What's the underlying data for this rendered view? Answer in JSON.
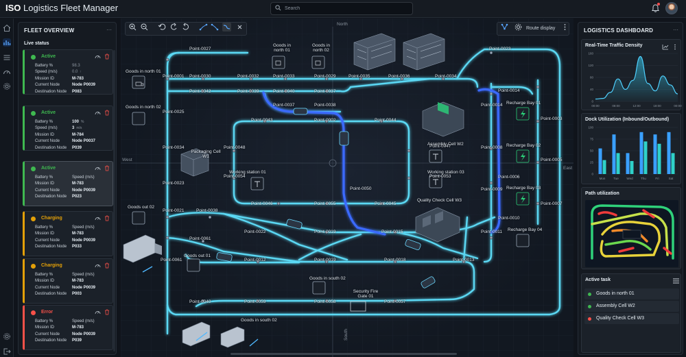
{
  "app": {
    "title_prefix": "ISO",
    "title_rest": " Logistics Fleet Manager"
  },
  "search": {
    "placeholder": "Search"
  },
  "colors": {
    "accent": "#4fd1ff",
    "active": "#3fb950",
    "charging": "#e3a008",
    "error": "#f85149"
  },
  "fleet": {
    "title": "FLEET OVERVIEW",
    "menu": "···",
    "live_status": "Live status",
    "cards": [
      {
        "status": "Active",
        "type": "active",
        "rows": [
          {
            "k": "Battery %",
            "v": "98.3",
            "dim": true
          },
          {
            "k": "Speed (m/s)",
            "v": "0.0",
            "dim": true,
            "unit": "↑"
          },
          {
            "k": "Mission ID",
            "v": "M-783"
          },
          {
            "k": "Current Node",
            "v": "Node P0039"
          },
          {
            "k": "Destination Node",
            "v": "P083"
          }
        ]
      },
      {
        "status": "Active",
        "type": "active",
        "rows": [
          {
            "k": "Battery %",
            "v": "100",
            "unit": "%"
          },
          {
            "k": "Speed (m/s)",
            "v": "3",
            "unit": "m/s"
          },
          {
            "k": "Mission ID",
            "v": "M-784"
          },
          {
            "k": "Current Node",
            "v": "Node P0037"
          },
          {
            "k": "Destination Node",
            "v": "P039"
          }
        ]
      },
      {
        "status": "Active",
        "type": "active",
        "selected": true,
        "rows": [
          {
            "k": "Battery %",
            "v": "Speed (m/s)",
            "plain": true
          },
          {
            "k": "Mission ID",
            "v": "M-783"
          },
          {
            "k": "Current Node",
            "v": "Node P0039"
          },
          {
            "k": "Destination Node",
            "v": "P023"
          }
        ]
      },
      {
        "status": "Charging",
        "type": "charging",
        "rows": [
          {
            "k": "Battery %",
            "v": "Speed (m/s)",
            "plain": true
          },
          {
            "k": "Mission ID",
            "v": "M-783"
          },
          {
            "k": "Current Node",
            "v": "Node P0039"
          },
          {
            "k": "Destination Node",
            "v": "P033"
          }
        ]
      },
      {
        "status": "Charging",
        "type": "charging",
        "rows": [
          {
            "k": "Battery %",
            "v": "Speed (m/s)",
            "plain": true
          },
          {
            "k": "Mission ID",
            "v": "M-783"
          },
          {
            "k": "Current Node",
            "v": "Node P0039"
          },
          {
            "k": "Destination Node",
            "v": "P003"
          }
        ]
      },
      {
        "status": "Error",
        "type": "error",
        "rows": [
          {
            "k": "Battery %",
            "v": "Speed (m/s)",
            "plain": true
          },
          {
            "k": "Mission ID",
            "v": "M-783"
          },
          {
            "k": "Current Node",
            "v": "Node P0039"
          },
          {
            "k": "Destination Node",
            "v": "P039"
          }
        ]
      }
    ]
  },
  "map": {
    "route_display": "Route display",
    "compass": {
      "north": "North",
      "south": "South",
      "east": "East",
      "west": "West"
    },
    "labels": [
      "Point-0027",
      "Point-0030",
      "Point-0032",
      "Point-0033",
      "Point-0029",
      "Point-0035",
      "Point-0036",
      "Point-0034",
      "Point-0023",
      "Point-0001",
      "Point-0042",
      "Point-0039",
      "Point-0040",
      "Point-0037",
      "Point-0014",
      "Point-0025",
      "Point-0037",
      "Point-0038",
      "Point-0043",
      "Point-0002",
      "Point-0044",
      "Point-0014",
      "Point-0003",
      "Point-0034",
      "Point-0048",
      "Point-0047",
      "Point-0008",
      "Point-0005",
      "Point-0054",
      "Point-0053",
      "Point-0006",
      "Point-0023",
      "Point-0050",
      "Point-0009",
      "Point-0046",
      "Point-0055",
      "Point-0045",
      "Point-0007",
      "Point-0021",
      "Point-0038",
      "Point-0010",
      "Point-0022",
      "Point-0019",
      "Point-0015",
      "Point-0011",
      "Point-0061",
      "Point-0061",
      "Point-0012",
      "Point-0019",
      "Point-0018",
      "Point-0013",
      "Point-0040",
      "Point-0059",
      "Point-0058",
      "Point-0057",
      "Goods in north 01",
      "Goods in north 02",
      "Goods in north 01",
      "Goods in north 02",
      "Packaging Cell W1",
      "Working station 01",
      "Working station 03",
      "Assembly Cell W2",
      "Quality Check Cell W3",
      "Goods out 02",
      "Goods out 01",
      "Goods in south 02",
      "Goods in south 02",
      "Security Fire Gate 01",
      "Recharge Bay 01",
      "Recharge Bay 02",
      "Recharge Bay 03",
      "Recharge Bay 04"
    ]
  },
  "dashboard": {
    "title": "LOGISTICS DASHBOARD",
    "menu": "···",
    "traffic": {
      "title": "Real-Time Traffic Density",
      "yticks": [
        "160",
        "120",
        "80",
        "40",
        "0"
      ],
      "xticks": [
        "00:00",
        "08:00",
        "12:00",
        "18:00",
        "00:00"
      ]
    },
    "dock": {
      "title": "Dock Utilization (Inbound/Outbound)",
      "yticks": [
        "100",
        "75",
        "50",
        "25",
        "0"
      ],
      "days": [
        "Mon",
        "Tue",
        "Wed",
        "Thu",
        "Fri",
        "Sat"
      ]
    },
    "path": {
      "title": "Path utilization"
    },
    "tasks": {
      "title": "Active task",
      "items": [
        {
          "label": "Goods in north 01",
          "type": "active"
        },
        {
          "label": "Assembly Cell W2",
          "type": "active"
        },
        {
          "label": "Quality Check Cell W3",
          "type": "error"
        }
      ]
    }
  },
  "chart_data": [
    {
      "type": "area",
      "title": "Real-Time Traffic Density",
      "x": [
        "00:00",
        "03:00",
        "06:00",
        "08:00",
        "10:00",
        "12:00",
        "14:00",
        "16:00",
        "18:00",
        "20:00",
        "22:00",
        "00:00"
      ],
      "series": [
        {
          "values": [
            8,
            10,
            30,
            75,
            40,
            70,
            150,
            60,
            35,
            85,
            55,
            25
          ]
        }
      ],
      "ylim": [
        0,
        160
      ]
    },
    {
      "type": "bar",
      "title": "Dock Utilization (Inbound/Outbound)",
      "categories": [
        "Mon",
        "Tue",
        "Wed",
        "Thu",
        "Fri",
        "Sat"
      ],
      "series": [
        {
          "values": [
            55,
            85,
            45,
            90,
            85,
            90
          ]
        },
        {
          "values": [
            30,
            45,
            28,
            70,
            65,
            45
          ]
        }
      ],
      "ylim": [
        0,
        100
      ]
    }
  ]
}
